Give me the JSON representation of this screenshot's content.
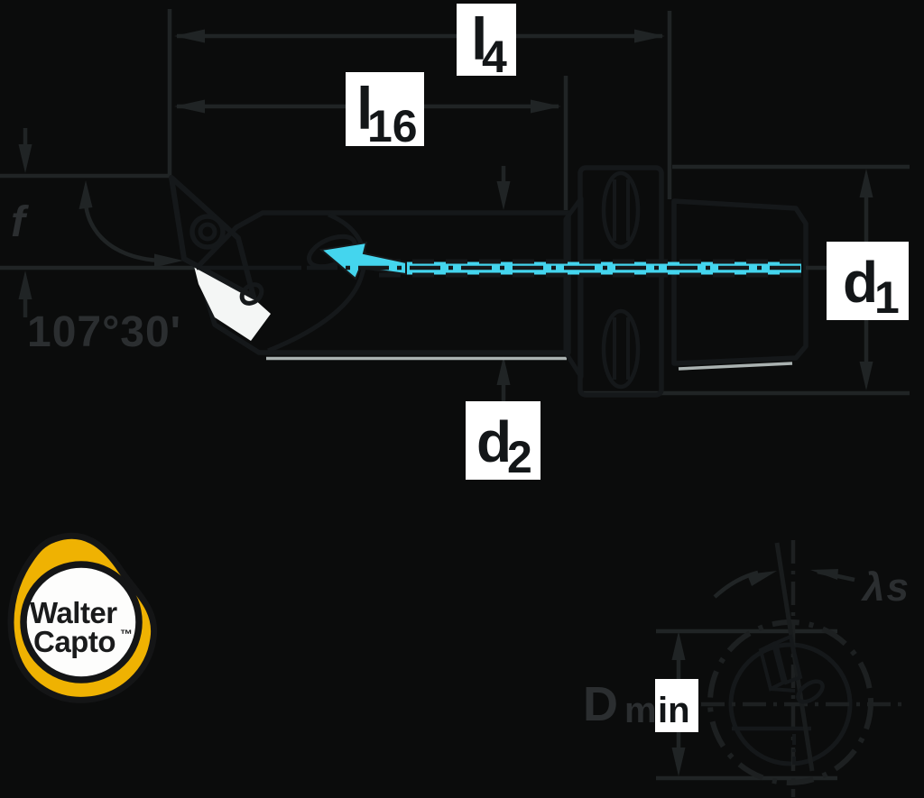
{
  "dimensions": {
    "l4": {
      "base": "l",
      "sub": "4"
    },
    "l16": {
      "base": "l",
      "sub": "16"
    },
    "d1": {
      "base": "d",
      "sub": "1"
    },
    "d2": {
      "base": "d",
      "sub": "2"
    },
    "f": "f",
    "approach_angle": "107°30'",
    "inclination_angle": "λs",
    "dmin": {
      "base": "D",
      "sub_left": "m",
      "sub_boxed": "in"
    }
  },
  "logo": {
    "line1": "Walter",
    "line2": "Capto",
    "trademark": "™"
  },
  "colors": {
    "background": "#0b0c0c",
    "dim_linework": "#202425",
    "dim_text": "#2b2e30",
    "body_outline": "#15181a",
    "body_fill": "#dbe1e0",
    "insert_yellow": "#f5cc72",
    "coolant_cyan": "#44d5ee",
    "logo_yellow": "#efb202",
    "label_box": "#ffffff",
    "label_text": "#131618"
  }
}
